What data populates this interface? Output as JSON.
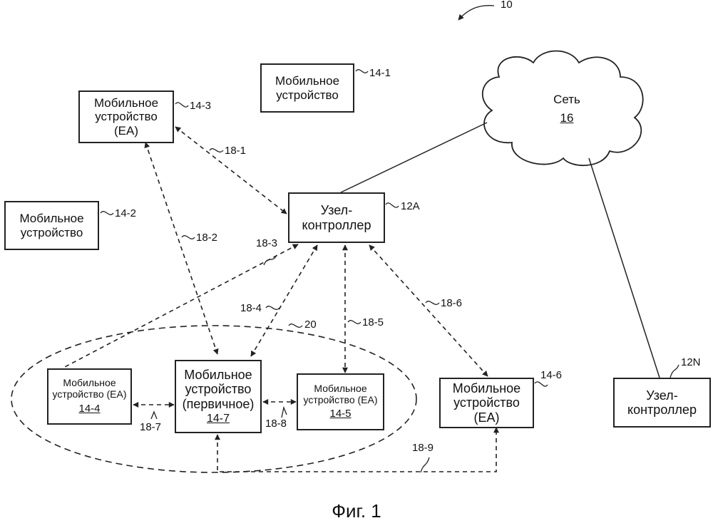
{
  "figure": {
    "ref_main": "10",
    "caption": "Фиг. 1",
    "network": {
      "name": "Сеть",
      "ref": "16",
      "ref_label": "16"
    },
    "controller_a": {
      "line1": "Узел-",
      "line2": "контроллер",
      "ref": "12A"
    },
    "controller_n": {
      "line1": "Узел-",
      "line2": "контроллер",
      "ref": "12N"
    },
    "device_14_1": {
      "line1": "Мобильное",
      "line2": "устройство",
      "ref": "14-1"
    },
    "device_14_2": {
      "line1": "Мобильное",
      "line2": "устройство",
      "ref": "14-2"
    },
    "device_14_3": {
      "line1": "Мобильное",
      "line2": "устройство",
      "line3": "(EA)",
      "ref": "14-3"
    },
    "device_14_4": {
      "line1": "Мобильное",
      "line2": "устройство (EA)",
      "id": "14-4"
    },
    "device_14_5": {
      "line1": "Мобильное",
      "line2": "устройство (EA)",
      "id": "14-5"
    },
    "device_14_6": {
      "line1": "Мобильное",
      "line2": "устройство",
      "line3": "(EA)",
      "ref": "14-6"
    },
    "device_14_7": {
      "line1": "Мобильное",
      "line2": "устройство",
      "line3": "(первичное)",
      "id": "14-7"
    },
    "group": {
      "ref": "20"
    },
    "links": {
      "l18_1": "18-1",
      "l18_2": "18-2",
      "l18_3": "18-3",
      "l18_4": "18-4",
      "l18_5": "18-5",
      "l18_6": "18-6",
      "l18_7": "18-7",
      "l18_8": "18-8",
      "l18_9": "18-9"
    }
  }
}
